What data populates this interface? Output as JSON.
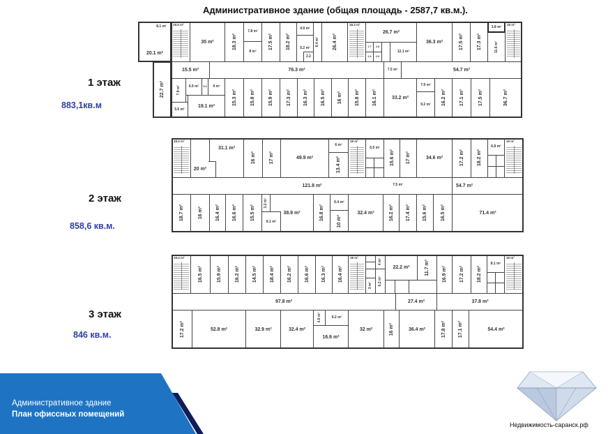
{
  "title": "Административное здание (общая площадь - 2587,7 кв.м.).",
  "floors": [
    {
      "label": "1 этаж",
      "area": "883,1кв.м",
      "rooms": [
        "20.1 m²",
        "8.1 m²",
        "19.5 m²",
        "35 m²",
        "18.3 m²",
        "7.8 m²",
        "8 m²",
        "17.5 m²",
        "18.2 m²",
        "4.9 m²",
        "5.2 m²",
        "2.2",
        "8.4 m²",
        "26.4 m²",
        "18.3 m²",
        "26.7 m²",
        "1.7",
        "2.8",
        "1.6",
        "2.6",
        "12.1 m²",
        "36.3 m²",
        "17.5 m²",
        "17.3 m²",
        "11.6 m²",
        "3.8 m²",
        "19 m²",
        "15.5 m²",
        "76.3 m²",
        "7.5 m²",
        "54.7 m²",
        "22.7 m²",
        "7.9 m²",
        "5.6 m²",
        "6.9 m²",
        "5.4",
        "9 m²",
        "19.1 m²",
        "15.3 m²",
        "15.8 m²",
        "15.9 m²",
        "17.3 m²",
        "16.3 m²",
        "16.5 m²",
        "16 m²",
        "15.8 m²",
        "16.1 m²",
        "33.2 m²",
        "7.9 m²",
        "9.2 m²",
        "16.2 m²",
        "17.1 m²",
        "17.5 m²",
        "36.7 m²"
      ]
    },
    {
      "label": "2 этаж",
      "area": "858,6 кв.м.",
      "rooms": [
        "18.2 m²",
        "20 m²",
        "31.1 m²",
        "16 m²",
        "17 m²",
        "49.9 m²",
        "6 m²",
        "13.4 m²",
        "18 m²",
        "6.5 m²",
        "15.6 m²",
        "17 m²",
        "34.6 m²",
        "17.2 m²",
        "18.2 m²",
        "6.8 m²",
        "19 m²",
        "121.8 m²",
        "7.5 m²",
        "54.7 m²",
        "18.7 m²",
        "16 m²",
        "16.4 m²",
        "16.6 m²",
        "15.5 m²",
        "38.9 m²",
        "3.2 m²",
        "9.1 m²",
        "16.8 m²",
        "6.4 m²",
        "10 m²",
        "32.4 m²",
        "16.2 m²",
        "17.4 m²",
        "15.6 m²",
        "16.5 m²",
        "71.4 m²"
      ]
    },
    {
      "label": "3 этаж",
      "area": "846 кв.м.",
      "rooms": [
        "19.4 m²",
        "16.5 m²",
        "15.9 m²",
        "16.2 m²",
        "14.5 m²",
        "18.4 m²",
        "16.2 m²",
        "16.6 m²",
        "16.3 m²",
        "16.4 m²",
        "18 m²",
        "3 m²",
        "4 m²",
        "6.2 m²",
        "22.2 m²",
        "11.7 m²",
        "16.9 m²",
        "17.2 m²",
        "18.2 m²",
        "8.1 m²",
        "19 m²",
        "97.8 m²",
        "27.4 m²",
        "37.8 m²",
        "17.2 m²",
        "52.8 m²",
        "32.9 m²",
        "32.4 m²",
        "4.6 m²",
        "9.2 m²",
        "16.6 m²",
        "32 m²",
        "16 m²",
        "36.4 m²",
        "17.8 m²",
        "17.1 m²",
        "54.4 m²"
      ]
    }
  ],
  "footer": {
    "line1": "Административное здание",
    "line2": "План офиссных помещений",
    "site": "Недвижимость-саранск.рф",
    "logo_name": "diamond-logo",
    "banner_color": "#1e74c3",
    "banner_accent": "#0e1d5a"
  }
}
